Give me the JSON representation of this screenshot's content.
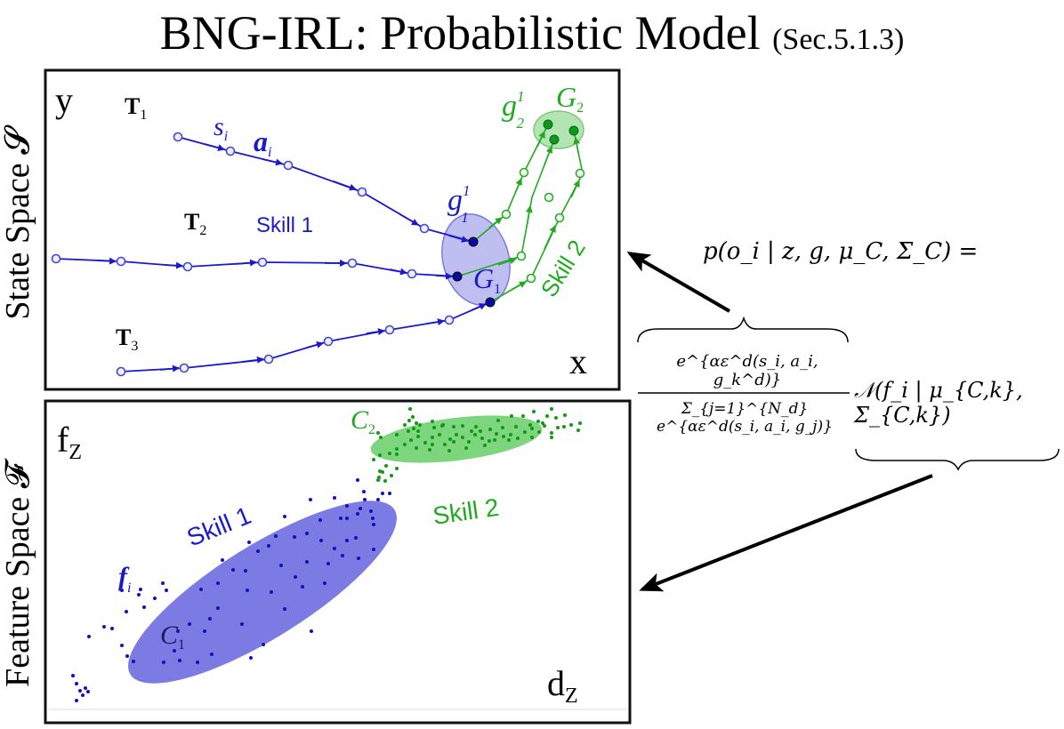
{
  "title": {
    "main": "BNG-IRL: Probabilistic Model",
    "section": "(Sec.5.1.3)"
  },
  "side_labels": {
    "state_space": "State Space 𝓢",
    "feature_space": "Feature Space 𝓕"
  },
  "state_panel": {
    "axis_y": "y",
    "axis_x": "x",
    "trajectories": [
      "T1",
      "T2",
      "T3"
    ],
    "state_label": "s_i",
    "action_label": "a_i",
    "subgoal_1": "g1^1",
    "subgoal_2": "g2^1",
    "goal_1": "G1",
    "goal_2": "G2",
    "skill_1": "Skill 1",
    "skill_2": "Skill 2"
  },
  "feature_panel": {
    "axis_y": "f_Z",
    "axis_x": "d_Z",
    "cluster_1": "C1",
    "cluster_2": "C2",
    "feature_label": "f_i",
    "skill_1": "Skill 1",
    "skill_2": "Skill 2"
  },
  "equation": {
    "lhs": "p(o_i | z, g, μ_C, Σ_C) =",
    "numerator": "e^{αε^d(s_i, a_i, g_k^d)}",
    "denominator": "Σ_{j=1}^{N_d} e^{αε^d(s_i, a_i, g_j)}",
    "gaussian": "𝒩(f_i | μ_{C,k}, Σ_{C,k})"
  },
  "colors": {
    "skill1": "#1a1acc",
    "skill1_fill": "#8f8fe6",
    "skill2": "#22aa22",
    "skill2_fill": "#7dd67d",
    "axis": "#000000"
  }
}
